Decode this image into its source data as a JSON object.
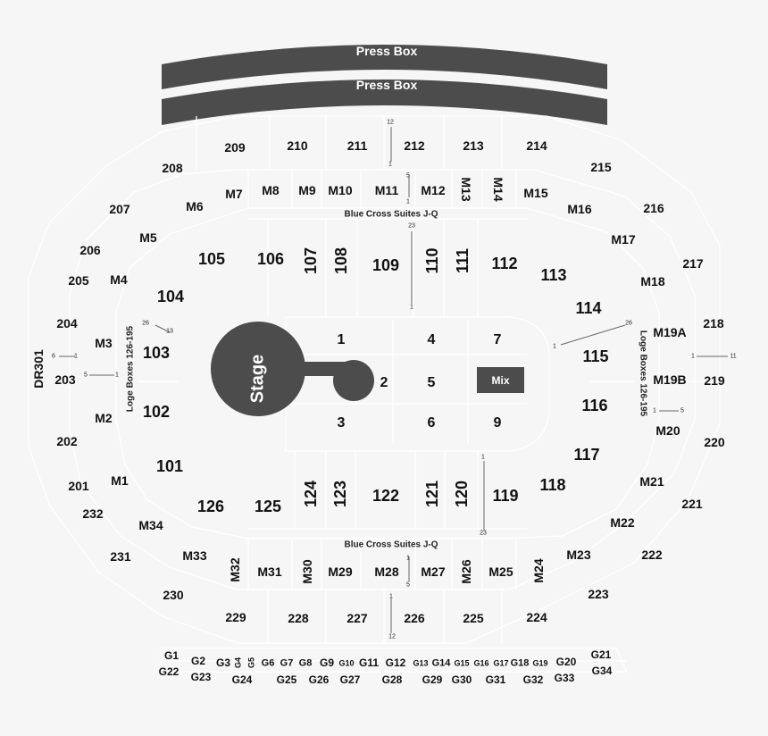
{
  "colors": {
    "background": "#f6f6f6",
    "structure": "#4c4c4c",
    "section_lines": "#ffffff",
    "text": "#111111"
  },
  "press_boxes": [
    "Press Box",
    "Press Box"
  ],
  "stage": {
    "label": "Stage",
    "mix_label": "Mix"
  },
  "suites_label_top": "Blue Cross Suites J-Q",
  "suites_label_bottom": "Blue Cross Suites J-Q",
  "loge_left": "Loge Boxes 126-195",
  "loge_right": "Loge Boxes 126-195",
  "dr_label": "DR301",
  "floor_sections": [
    "1",
    "2",
    "3",
    "4",
    "5",
    "6",
    "7",
    "9"
  ],
  "sections_100": [
    "101",
    "102",
    "103",
    "104",
    "105",
    "106",
    "107",
    "108",
    "109",
    "110",
    "111",
    "112",
    "113",
    "114",
    "115",
    "116",
    "117",
    "118",
    "119",
    "120",
    "121",
    "122",
    "123",
    "124",
    "125",
    "126"
  ],
  "sections_200": [
    "201",
    "202",
    "203",
    "204",
    "205",
    "206",
    "207",
    "208",
    "209",
    "210",
    "211",
    "212",
    "213",
    "214",
    "215",
    "216",
    "217",
    "218",
    "219",
    "220",
    "221",
    "222",
    "223",
    "224",
    "225",
    "226",
    "227",
    "228",
    "229",
    "230",
    "231",
    "232"
  ],
  "sections_M": [
    "M1",
    "M2",
    "M3",
    "M4",
    "M5",
    "M6",
    "M7",
    "M8",
    "M9",
    "M10",
    "M11",
    "M12",
    "M13",
    "M14",
    "M15",
    "M16",
    "M17",
    "M18",
    "M19A",
    "M19B",
    "M20",
    "M21",
    "M22",
    "M23",
    "M24",
    "M25",
    "M26",
    "M27",
    "M28",
    "M29",
    "M30",
    "M31",
    "M32",
    "M33",
    "M34"
  ],
  "sections_G": [
    "G1",
    "G2",
    "G3",
    "G4",
    "G5",
    "G6",
    "G7",
    "G8",
    "G9",
    "G10",
    "G11",
    "G12",
    "G13",
    "G14",
    "G15",
    "G16",
    "G17",
    "G18",
    "G19",
    "G20",
    "G21",
    "G22",
    "G23",
    "G24",
    "G25",
    "G26",
    "G27",
    "G28",
    "G29",
    "G30",
    "G31",
    "G32",
    "G33",
    "G34"
  ],
  "row_markers": {
    "s212_top": "12",
    "s212_bottom": "1",
    "m11_top": "5",
    "m11_bottom": "1",
    "s109_top": "23",
    "s109_bottom": "1",
    "s103_a": "26",
    "s103_b": "13",
    "s203_a": "6",
    "s203_b": "1",
    "m3_a": "5",
    "m3_b": "1",
    "s115_a": "1",
    "s115_b": "26",
    "s219_a": "1",
    "s219_b": "11",
    "m20_a": "1",
    "m20_b": "5",
    "s119_top": "1",
    "s119_bottom": "23",
    "m28_top": "1",
    "m28_bottom": "5",
    "s226_top": "1",
    "s226_bottom": "12"
  }
}
